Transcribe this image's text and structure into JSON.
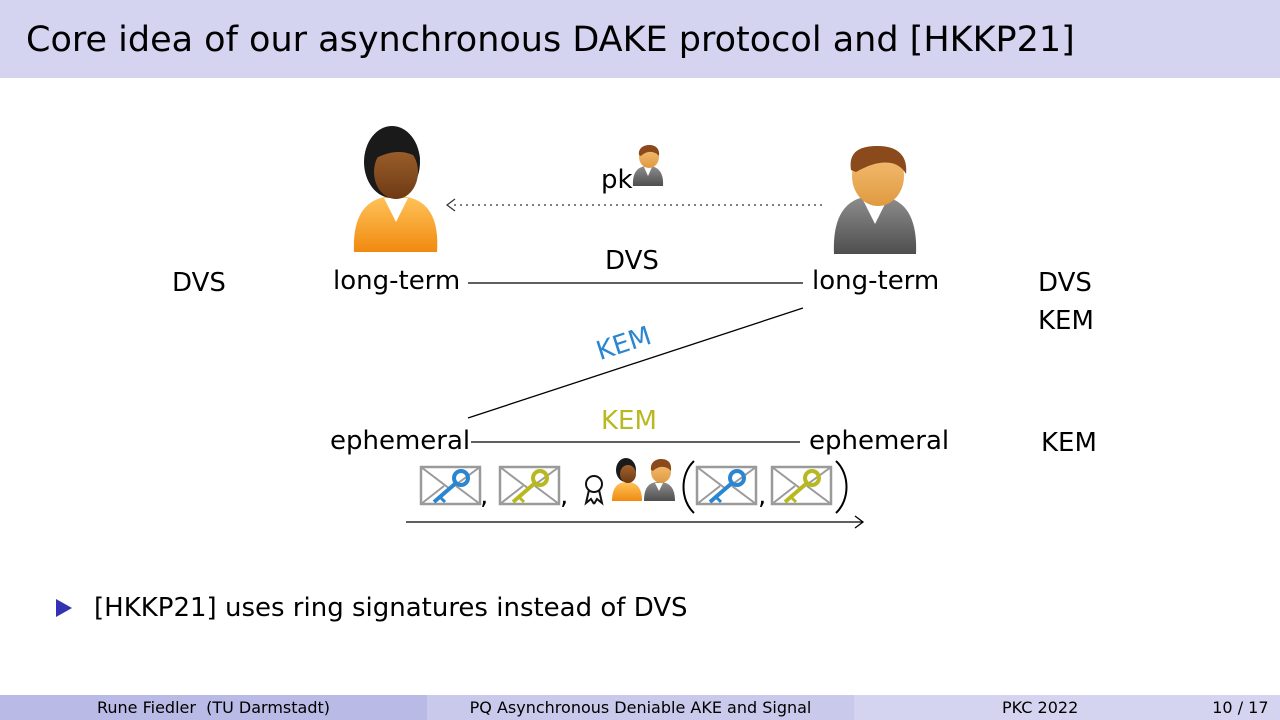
{
  "title": "Core idea of our asynchronous DAKE protocol and [HKKP21]",
  "diagram": {
    "pk_label": "pk",
    "left_long_term": "long-term",
    "right_long_term": "long-term",
    "dvs_edge_label": "DVS",
    "kem_diagonal_label": "KEM",
    "left_ephemeral": "ephemeral",
    "right_ephemeral": "ephemeral",
    "kem_ephemeral_label": "KEM",
    "left_annotation": "DVS",
    "right_annotation_1": "DVS",
    "right_annotation_2": "KEM",
    "right_annotation_3": "KEM",
    "comma": ","
  },
  "colors": {
    "kem_blue": "#2b86d1",
    "kem_yellow": "#b8b820",
    "bullet": "#3333b2",
    "title_bg": "#d4d4f0"
  },
  "bullets": [
    "[HKKP21] uses ring signatures instead of DVS"
  ],
  "footer": {
    "author": "Rune Fiedler  (TU Darmstadt)",
    "talk_title": "PQ Asynchronous Deniable AKE and Signal",
    "conference": "PKC 2022",
    "page": "10 / 17"
  }
}
